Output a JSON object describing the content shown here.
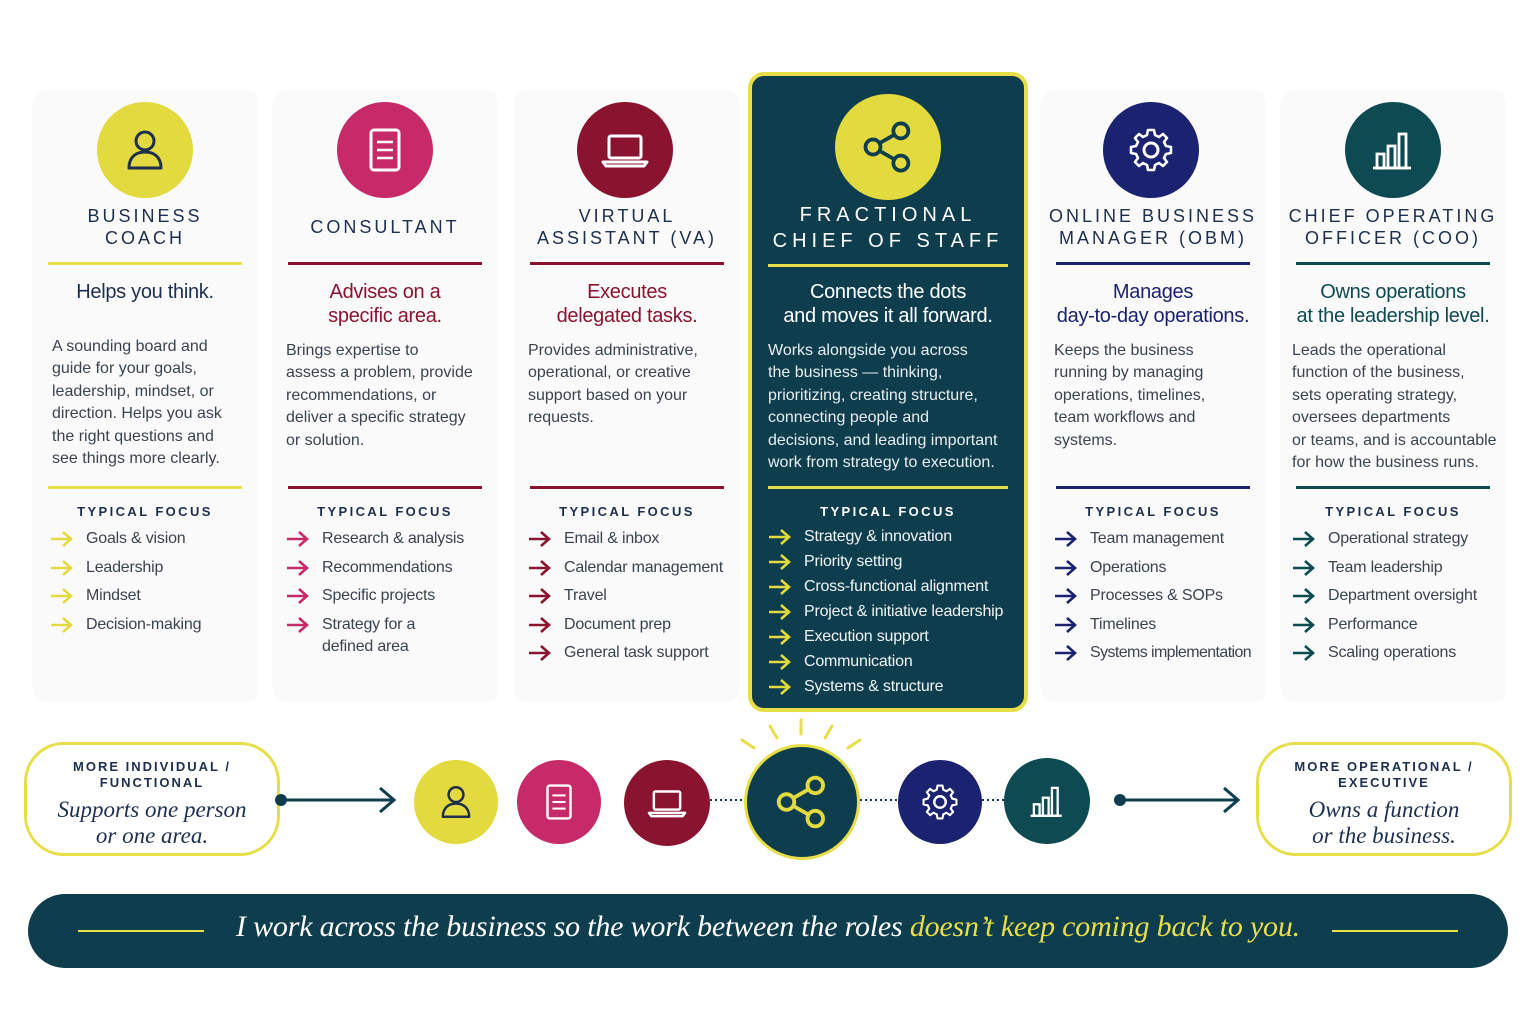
{
  "colors": {
    "yellow": "#e8de4a",
    "pink": "#c62a68",
    "maroon": "#8a1430",
    "teal_dark": "#0e3d4d",
    "navy": "#1b2270",
    "teal": "#0d4a52"
  },
  "cards": [
    {
      "id": "coach",
      "icon": "person-icon",
      "title": "BUSINESS\nCOACH",
      "headline": "Helps you think.",
      "description": "A sounding board and\nguide for your goals,\nleadership, mindset, or\ndirection. Helps you ask\nthe right questions and\nsee things more clearly.",
      "focus_label": "TYPICAL FOCUS",
      "focus": [
        "Goals & vision",
        "Leadership",
        "Mindset",
        "Decision-making"
      ]
    },
    {
      "id": "consultant",
      "icon": "document-icon",
      "title": "CONSULTANT",
      "headline": "Advises on a\nspecific area.",
      "description": "Brings expertise to\nassess a problem, provide\nrecommendations, or\ndeliver a specific strategy\nor solution.",
      "focus_label": "TYPICAL FOCUS",
      "focus": [
        "Research & analysis",
        "Recommendations",
        "Specific projects",
        "Strategy for a\ndefined area"
      ]
    },
    {
      "id": "va",
      "icon": "laptop-icon",
      "title": "VIRTUAL\nASSISTANT (VA)",
      "headline": "Executes\ndelegated tasks.",
      "description": "Provides administrative,\noperational, or creative\nsupport based on your\nrequests.",
      "focus_label": "TYPICAL FOCUS",
      "focus": [
        "Email & inbox",
        "Calendar management",
        "Travel",
        "Document prep",
        "General task support"
      ]
    },
    {
      "id": "fcos",
      "icon": "share-nodes-icon",
      "title": "FRACTIONAL\nCHIEF OF STAFF",
      "headline": "Connects the dots\nand moves it all forward.",
      "description": "Works alongside you across\nthe business — thinking,\nprioritizing, creating structure,\nconnecting people and\ndecisions, and leading important\nwork from strategy to execution.",
      "focus_label": "TYPICAL FOCUS",
      "focus": [
        "Strategy & innovation",
        "Priority setting",
        "Cross-functional alignment",
        "Project & initiative leadership",
        "Execution support",
        "Communication",
        "Systems & structure"
      ]
    },
    {
      "id": "obm",
      "icon": "gear-icon",
      "title": "ONLINE BUSINESS\nMANAGER (OBM)",
      "headline": "Manages\nday-to-day operations.",
      "description": "Keeps the business\nrunning by managing\noperations, timelines,\nteam workflows and\nsystems.",
      "focus_label": "TYPICAL FOCUS",
      "focus": [
        "Team management",
        "Operations",
        "Processes & SOPs",
        "Timelines",
        "Systems implementation"
      ]
    },
    {
      "id": "coo",
      "icon": "bar-chart-icon",
      "title": "CHIEF OPERATING\nOFFICER (COO)",
      "headline": "Owns operations\nat the leadership level.",
      "description": "Leads the operational\nfunction of the business,\nsets operating strategy,\noversees departments\nor teams, and is accountable\nfor how the business runs.",
      "focus_label": "TYPICAL FOCUS",
      "focus": [
        "Operational strategy",
        "Team leadership",
        "Department oversight",
        "Performance",
        "Scaling operations"
      ]
    }
  ],
  "spectrum": {
    "left_label": "MORE INDIVIDUAL /\nFUNCTIONAL",
    "left_text": "Supports one person\nor one area.",
    "right_label": "MORE OPERATIONAL /\nEXECUTIVE",
    "right_text": "Owns a function\nor the business."
  },
  "banner": {
    "text_main": "I work across the business so the work between the roles ",
    "text_highlight": "doesn’t keep coming back to you."
  }
}
